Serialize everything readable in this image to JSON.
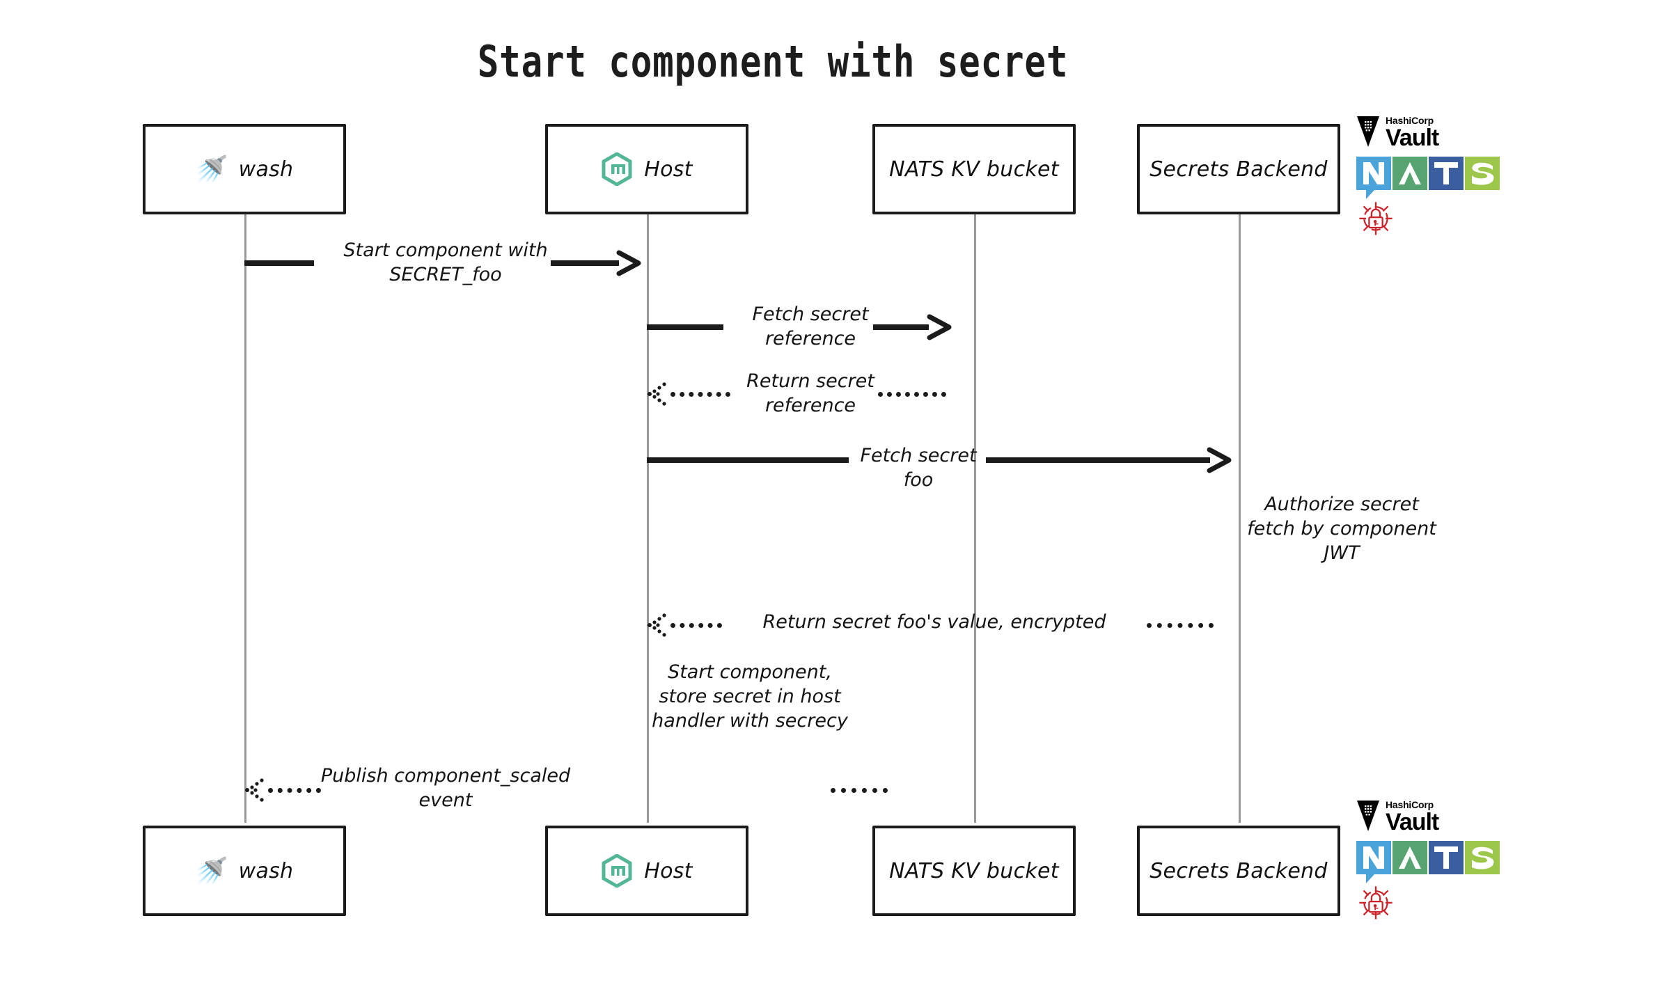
{
  "title": "Start component with secret",
  "participants": [
    {
      "id": "wash",
      "label": "wash",
      "icon": "shower-emoji-icon"
    },
    {
      "id": "host",
      "label": "Host",
      "icon": "wasmcloud-hex-icon"
    },
    {
      "id": "natskv",
      "label": "NATS KV bucket",
      "icon": "none"
    },
    {
      "id": "secrets",
      "label": "Secrets Backend",
      "icon": "none"
    }
  ],
  "messages": [
    {
      "id": "m1",
      "label": "Start component with\nSECRET_foo",
      "from": "wash",
      "to": "host",
      "style": "solid"
    },
    {
      "id": "m2",
      "label": "Fetch secret\nreference",
      "from": "host",
      "to": "natskv",
      "style": "solid"
    },
    {
      "id": "m3",
      "label": "Return secret\nreference",
      "from": "natskv",
      "to": "host",
      "style": "dotted"
    },
    {
      "id": "m4",
      "label": "Fetch secret foo",
      "from": "host",
      "to": "secrets",
      "style": "solid"
    },
    {
      "id": "m5",
      "label": "Return secret foo's value, encrypted",
      "from": "secrets",
      "to": "host",
      "style": "dotted"
    },
    {
      "id": "m6",
      "label": "Publish component_scaled\nevent",
      "from": "host",
      "to": "wash",
      "style": "dotted"
    }
  ],
  "notes": [
    {
      "id": "n1",
      "on": "secrets",
      "text": "Authorize secret\nfetch by component\nJWT"
    },
    {
      "id": "n2",
      "on": "host",
      "text": "Start component,\nstore secret in host\nhandler with secrecy"
    }
  ],
  "logos": {
    "vault": {
      "vendor": "HashiCorp",
      "product": "Vault"
    },
    "nats": {
      "letters": [
        "N",
        "A",
        "T",
        "S"
      ],
      "colors": [
        "#4aa3d9",
        "#57a470",
        "#3a5e9e",
        "#9dc74a"
      ]
    },
    "security": {
      "name": "secret-lock-icon",
      "color": "#cc2229"
    }
  },
  "colors": {
    "stroke": "#1b1b1b",
    "lifeline": "#9a9a9a",
    "wasmcloud_green": "#54b794",
    "background": "#ffffff"
  }
}
